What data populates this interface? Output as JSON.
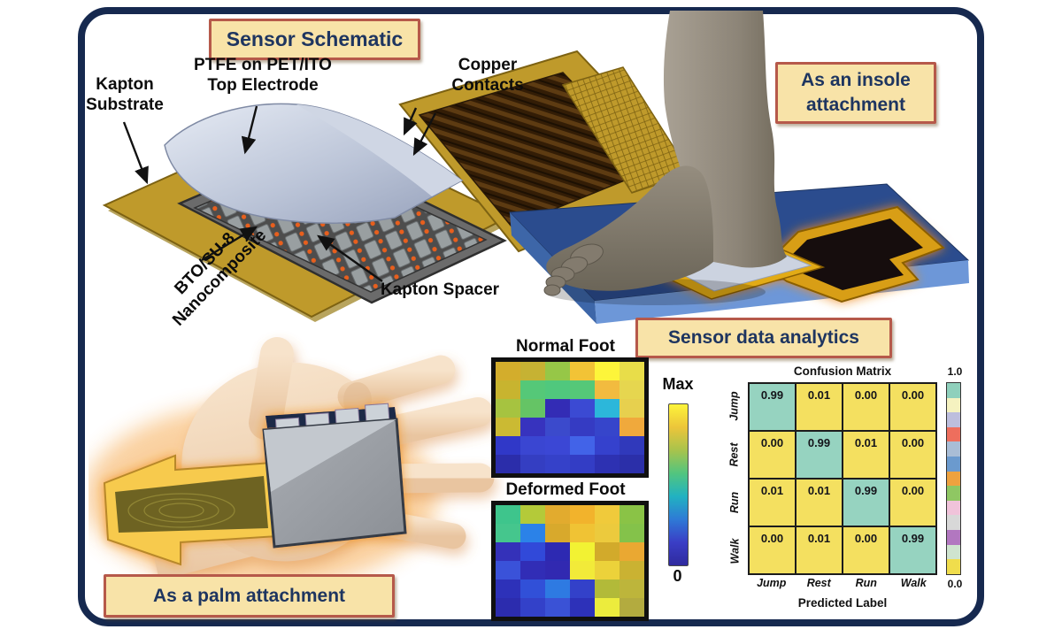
{
  "figure": {
    "frame_border_color": "#16294f",
    "caption_box": {
      "background": "#f8e3a8",
      "border": "#b6594a",
      "text_color": "#1e3560"
    }
  },
  "captions": {
    "sensor_schematic": "Sensor Schematic",
    "insole": "As an insole\nattachment",
    "analytics": "Sensor data analytics",
    "palm": "As a palm attachment"
  },
  "schematic_labels": {
    "kapton_substrate": "Kapton\nSubstrate",
    "ptfe_top_electrode": "PTFE on PET/ITO\nTop Electrode",
    "copper_contacts": "Copper\nContacts",
    "bto_nanocomposite": "BTO/SU-8\nNanocomposite",
    "kapton_spacer": "Kapton Spacer"
  },
  "pressure_scale": {
    "max": "Max",
    "min": "0",
    "gradient_top_to_bottom": [
      "#fdf43a",
      "#ecc53a",
      "#a8c34c",
      "#52c57f",
      "#21b2c1",
      "#2e7ad6",
      "#3a3ec6",
      "#2f2a9e"
    ]
  },
  "chart_data": [
    {
      "type": "heatmap",
      "title": "Normal Foot",
      "rows": 6,
      "cols": 6,
      "scale": {
        "max": "Max",
        "min": "0"
      },
      "cell_colors": [
        [
          "#d3ad2c",
          "#c6b233",
          "#96c747",
          "#f2c336",
          "#fdf53a",
          "#e8dd49"
        ],
        [
          "#c8b42f",
          "#55c878",
          "#50c87d",
          "#55c878",
          "#f2bb3f",
          "#e6d64f"
        ],
        [
          "#a6c340",
          "#65c465",
          "#332cb5",
          "#3b4ad3",
          "#2cb7da",
          "#e7d04e"
        ],
        [
          "#cbba33",
          "#3733be",
          "#3b4acc",
          "#353bc3",
          "#3645cb",
          "#f0a93c"
        ],
        [
          "#3038c8",
          "#3a46d2",
          "#3b47d5",
          "#4263e8",
          "#3541cd",
          "#3039bb"
        ],
        [
          "#2b2daa",
          "#343ec2",
          "#3541c9",
          "#333dc5",
          "#2d31b2",
          "#2b2fa9"
        ]
      ]
    },
    {
      "type": "heatmap",
      "title": "Deformed Foot",
      "rows": 6,
      "cols": 6,
      "scale": {
        "max": "Max",
        "min": "0"
      },
      "cell_colors": [
        [
          "#3ec58c",
          "#b4ca39",
          "#e2ab2e",
          "#f2b32c",
          "#f0ca3b",
          "#8ac346"
        ],
        [
          "#45c68d",
          "#2b82e8",
          "#d8a92c",
          "#f0c334",
          "#ecca3d",
          "#84c24a"
        ],
        [
          "#3431b9",
          "#3149d9",
          "#2d29b2",
          "#f2f233",
          "#d2aa2b",
          "#eaa832"
        ],
        [
          "#3a52d9",
          "#312db6",
          "#3129b1",
          "#f2ea39",
          "#ecd23a",
          "#cab232"
        ],
        [
          "#2d31b9",
          "#3150d8",
          "#2e7ae2",
          "#3341c9",
          "#b2ba39",
          "#bdb53b"
        ],
        [
          "#2c2cae",
          "#3341c9",
          "#3a52d6",
          "#2d31b9",
          "#ecec3d",
          "#b3ab3f"
        ]
      ]
    },
    {
      "type": "heatmap",
      "title": "Confusion Matrix",
      "xlabel": "Predicted Label",
      "x_categories": [
        "Jump",
        "Rest",
        "Run",
        "Walk"
      ],
      "y_categories": [
        "Jump",
        "Rest",
        "Run",
        "Walk"
      ],
      "matrix": [
        [
          "0.99",
          "0.01",
          "0.00",
          "0.00"
        ],
        [
          "0.00",
          "0.99",
          "0.01",
          "0.00"
        ],
        [
          "0.01",
          "0.01",
          "0.99",
          "0.00"
        ],
        [
          "0.00",
          "0.01",
          "0.00",
          "0.99"
        ]
      ],
      "cell_colors": {
        "diagonal": "#96d3c0",
        "off_diagonal": "#f4e060"
      },
      "colorbar": {
        "top_label": "1.0",
        "bottom_label": "0.0",
        "segments": [
          "#8fd0bc",
          "#f5f2c0",
          "#bdbedd",
          "#ee6e5d",
          "#a9bdd6",
          "#6b9ace",
          "#eea23f",
          "#8fc763",
          "#f0c3da",
          "#d8d8d8",
          "#b277c0",
          "#cfe4cf",
          "#f0dd4c"
        ]
      }
    }
  ]
}
